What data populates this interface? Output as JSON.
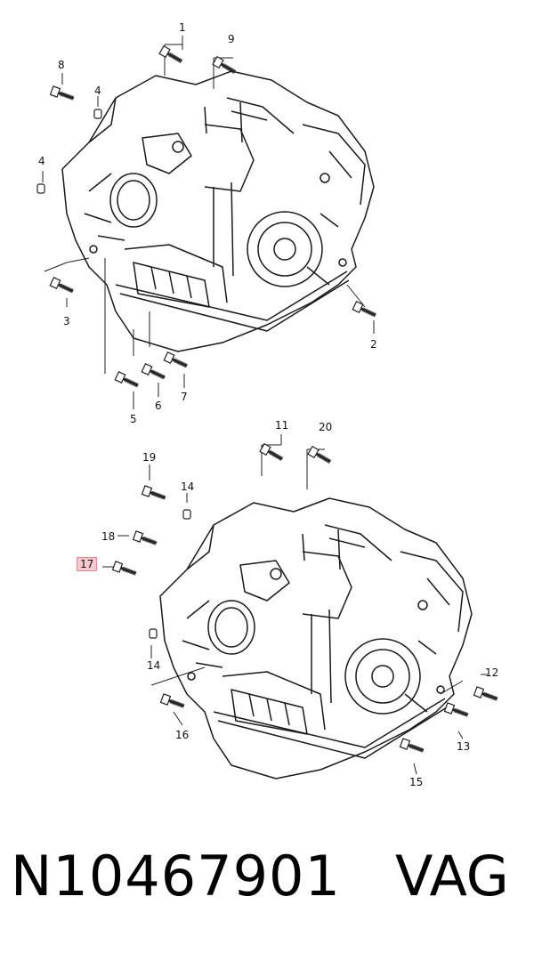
{
  "diagram": {
    "upper_callouts": [
      {
        "id": "u1",
        "label": "1"
      },
      {
        "id": "u9",
        "label": "9"
      },
      {
        "id": "u8",
        "label": "8"
      },
      {
        "id": "u4a",
        "label": "4"
      },
      {
        "id": "u4b",
        "label": "4"
      },
      {
        "id": "u3",
        "label": "3"
      },
      {
        "id": "u2",
        "label": "2"
      },
      {
        "id": "u7",
        "label": "7"
      },
      {
        "id": "u6",
        "label": "6"
      },
      {
        "id": "u5",
        "label": "5"
      }
    ],
    "lower_callouts": [
      {
        "id": "l11",
        "label": "11"
      },
      {
        "id": "l20",
        "label": "20"
      },
      {
        "id": "l19",
        "label": "19"
      },
      {
        "id": "l14a",
        "label": "14"
      },
      {
        "id": "l18",
        "label": "18"
      },
      {
        "id": "l17",
        "label": "17",
        "highlighted": true
      },
      {
        "id": "l14b",
        "label": "14"
      },
      {
        "id": "l16",
        "label": "16"
      },
      {
        "id": "l12",
        "label": "12"
      },
      {
        "id": "l13",
        "label": "13"
      },
      {
        "id": "l15",
        "label": "15"
      }
    ],
    "highlight_color": "#f5c9cf"
  },
  "caption": {
    "part_number": "N10467901",
    "brand": "VAG"
  }
}
